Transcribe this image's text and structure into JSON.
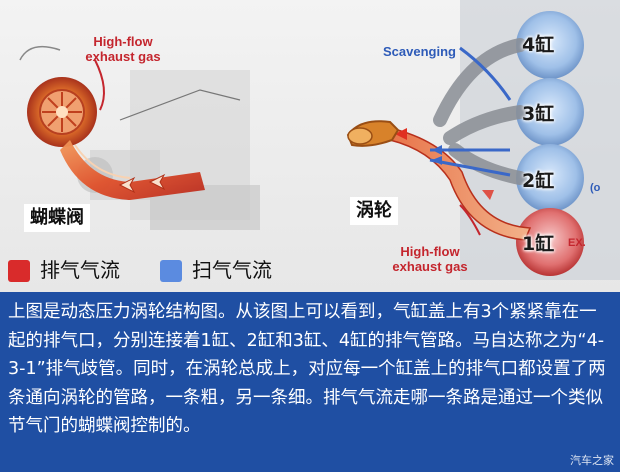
{
  "left_diagram": {
    "high_flow_label": "High-flow\nexhaust gas",
    "butterfly_valve_label": "蝴蝶阀"
  },
  "right_diagram": {
    "scavenging_label": "Scavenging",
    "turbo_label": "涡轮",
    "high_flow_label": "High-flow\nexhaust gas",
    "cylinders": [
      "4缸",
      "3缸",
      "2缸",
      "1缸"
    ],
    "ex_label": "EX.",
    "partial_label": "(o"
  },
  "legend": {
    "exhaust_label": "排气气流",
    "exhaust_color": "#d92b2b",
    "scavenge_label": "扫气气流",
    "scavenge_color": "#5b8be0"
  },
  "caption": {
    "text": "上图是动态压力涡轮结构图。从该图上可以看到，气缸盖上有3个紧紧靠在一起的排气口，分别连接着1缸、2缸和3缸、4缸的排气管路。马自达称之为“4-3-1”排气歧管。同时，在涡轮总成上，对应每一个缸盖上的排气口都设置了两条通向涡轮的管路，一条粗，另一条细。排气气流走哪一条路是通过一个类似节气门的蝴蝶阀控制的。"
  },
  "watermark": "汽车之家"
}
